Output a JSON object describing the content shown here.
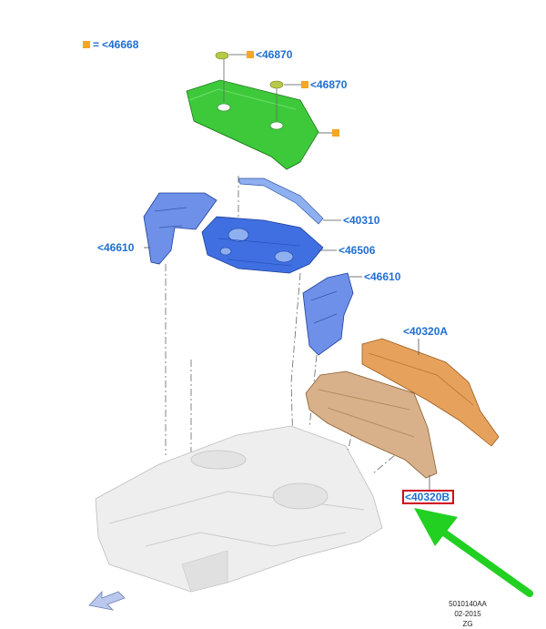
{
  "legend": {
    "equals": "=",
    "code": "<46668"
  },
  "callouts": {
    "clip_left": "<46870",
    "clip_right": "<46870",
    "brace": "<40310",
    "pan_panel": "<46506",
    "bracket_left": "<46610",
    "bracket_right": "<46610",
    "upper_shelf": "<40320A",
    "lower_shelf": "<40320B"
  },
  "stamp": {
    "code": "5010140AA",
    "date": "02-2015",
    "suffix": "ZG"
  },
  "colors": {
    "green_part": "#3ec93a",
    "blue_part": "#3f6fe0",
    "light_blue_part": "#8fb0f0",
    "orange_part": "#e6a25c",
    "tan_part": "#d8b089",
    "floor_part": "#e6e6e6",
    "callout_text": "#1f6fd1",
    "legend_square": "#f5a623",
    "highlight_box": "#d0021b",
    "pointer_arrow": "#22d022"
  }
}
